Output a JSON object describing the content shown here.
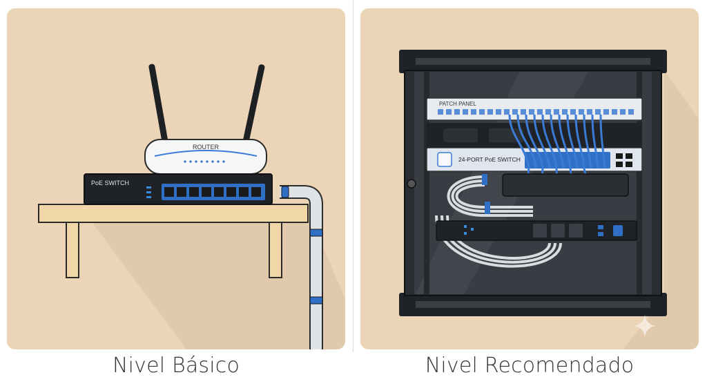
{
  "left": {
    "caption": "Nivel Básico",
    "router_label": "ROUTER",
    "switch_label": "PoE SWITCH"
  },
  "right": {
    "caption": "Nivel Recomendado",
    "patch_panel_label": "PATCH PANEL",
    "switch_label": "24-PORT PoE SWITCH"
  },
  "colors": {
    "background": "#ecd4b7",
    "cable_blue": "#3a7bd5",
    "rack": "#1f2226"
  }
}
